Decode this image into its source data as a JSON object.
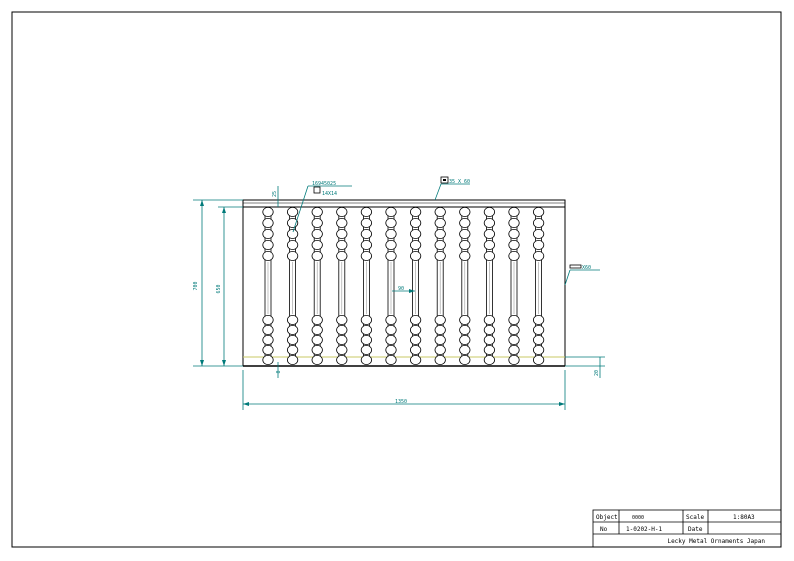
{
  "drawing": {
    "colors": {
      "frame": "#000000",
      "dimension": "#007a7a",
      "ground": "#c8c864",
      "text": "#007a7a",
      "baluster_inner": "#9a9a9a"
    },
    "dimensions": {
      "total_height": "700",
      "inner_height": "650",
      "top_rail_thickness": "25",
      "bottom_offset": "8",
      "spacing": "90",
      "total_width": "1350",
      "foot": "20"
    },
    "callouts": {
      "baluster_code": "16945025",
      "baluster_size": "14X14",
      "top_rail": "35 X 60",
      "post": "X60"
    },
    "baluster_count": 12
  },
  "title_block": {
    "object_label": "Object",
    "object_value": "0000",
    "scale_label": "Scale",
    "scale_value": "1:80A3",
    "no_label": "No",
    "no_value": "1-0202-H-1",
    "date_label": "Date",
    "date_value": "",
    "company": "Lecky Metal Ornaments Japan"
  }
}
